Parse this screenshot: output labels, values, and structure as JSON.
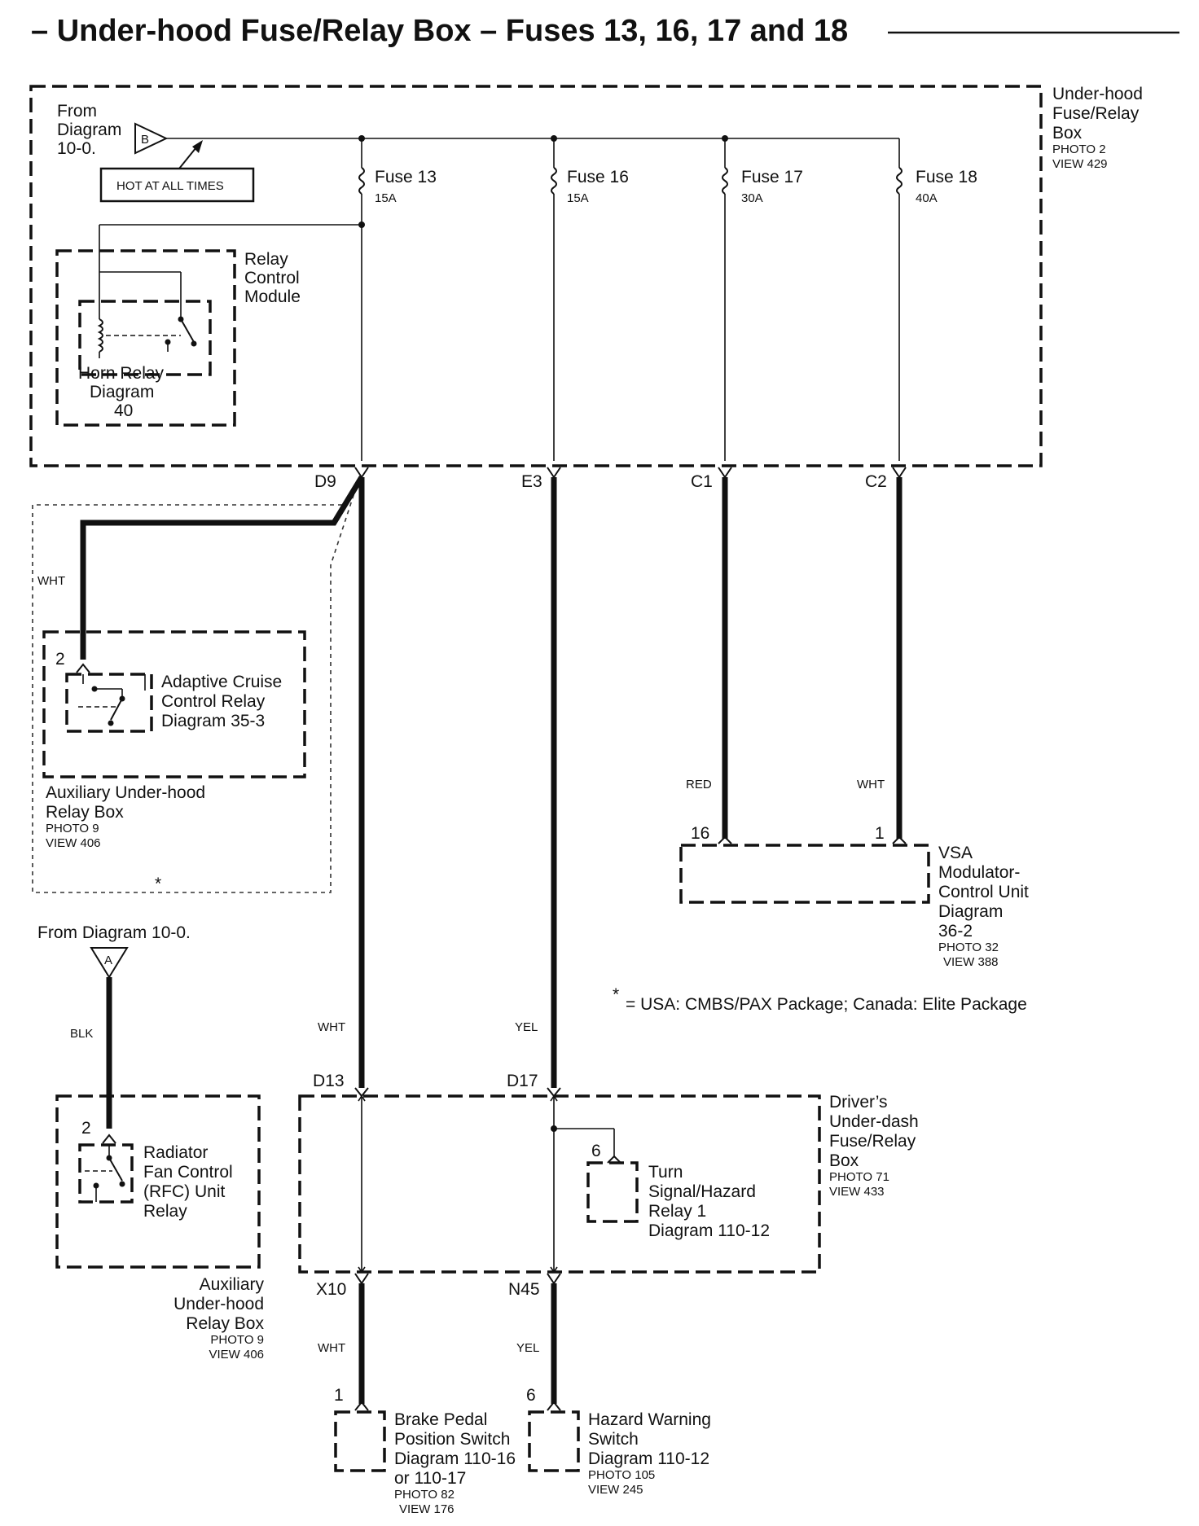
{
  "title": "– Under-hood Fuse/Relay Box – Fuses 13, 16, 17 and 18",
  "uh_box": {
    "label_lines": [
      "Under-hood",
      "Fuse/Relay",
      "Box"
    ],
    "photo": "PHOTO 2",
    "view": "VIEW 429"
  },
  "source_b": {
    "from_lines": [
      "From",
      "Diagram",
      "10-0."
    ],
    "connector": "B",
    "hot_label": "HOT AT ALL TIMES"
  },
  "fuses": [
    {
      "name": "Fuse 13",
      "rating": "15A"
    },
    {
      "name": "Fuse 16",
      "rating": "15A"
    },
    {
      "name": "Fuse 17",
      "rating": "30A"
    },
    {
      "name": "Fuse 18",
      "rating": "40A"
    }
  ],
  "relay_control_module": {
    "label_lines": [
      "Relay",
      "Control",
      "Module"
    ],
    "horn_lines": [
      "Horn Relay",
      "Diagram",
      "40"
    ]
  },
  "connectors": {
    "d9": "D9",
    "e3": "E3",
    "c1": "C1",
    "c2": "C2",
    "d13": "D13",
    "d17": "D17",
    "x10": "X10",
    "n45": "N45"
  },
  "wire_colors": {
    "acc_wht": "WHT",
    "d9_wht": "WHT",
    "e3_yel": "YEL",
    "c1_red": "RED",
    "c2_wht": "WHT",
    "rfc_blk": "BLK",
    "x10_wht": "WHT",
    "n45_yel": "YEL"
  },
  "aux_box_acc": {
    "pin": "2",
    "relay_lines": [
      "Adaptive Cruise",
      "Control Relay",
      "Diagram 35-3"
    ],
    "label_lines": [
      "Auxiliary Under-hood",
      "Relay Box"
    ],
    "photo": "PHOTO 9",
    "view": "VIEW 406",
    "asterisk": "*"
  },
  "vsa": {
    "pin_left": "16",
    "pin_right": "1",
    "label_lines": [
      "VSA",
      "Modulator-",
      "Control Unit",
      "Diagram",
      "36-2"
    ],
    "photo": "PHOTO 32",
    "view": "VIEW 388"
  },
  "source_a": {
    "from": "From Diagram 10-0.",
    "connector": "A"
  },
  "footnote": {
    "star": "*",
    "text": "= USA: CMBS/PAX Package; Canada: Elite Package"
  },
  "aux_box_rfc": {
    "pin": "2",
    "relay_lines": [
      "Radiator",
      "Fan Control",
      "(RFC) Unit",
      "Relay"
    ],
    "label_lines": [
      "Auxiliary",
      "Under-hood",
      "Relay Box"
    ],
    "photo": "PHOTO 9",
    "view": "VIEW 406"
  },
  "drivers_box": {
    "label_lines": [
      "Driver’s",
      "Under-dash",
      "Fuse/Relay",
      "Box"
    ],
    "photo": "PHOTO 71",
    "view": "VIEW 433",
    "turn_pin": "6",
    "turn_lines": [
      "Turn",
      "Signal/Hazard",
      "Relay 1",
      "Diagram 110-12"
    ]
  },
  "brake_switch": {
    "pin": "1",
    "label_lines": [
      "Brake Pedal",
      "Position Switch",
      "Diagram 110-16",
      "or 110-17"
    ],
    "photo": "PHOTO 82",
    "view": "VIEW 176"
  },
  "hazard_switch": {
    "pin": "6",
    "label_lines": [
      "Hazard Warning",
      "Switch",
      "Diagram 110-12"
    ],
    "photo": "PHOTO 105",
    "view": "VIEW 245"
  }
}
